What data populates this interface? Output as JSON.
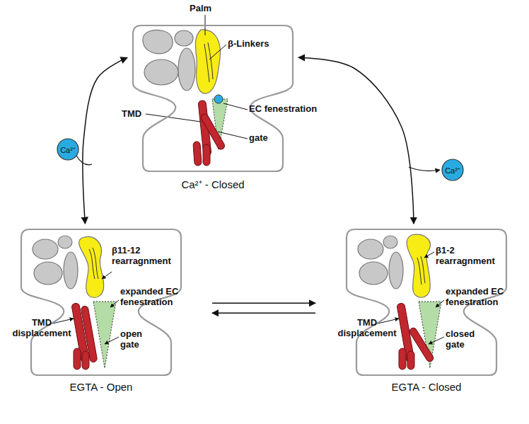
{
  "diagram": {
    "nodes": [
      {
        "text": [
          "Ca²⁺ - Closed"
        ]
      },
      {
        "text": [
          "Ca²⁺"
        ]
      },
      {
        "text": [
          "Ca²⁺"
        ]
      },
      {
        "text": [
          "EGTA - Open"
        ]
      },
      {
        "text": [
          "EGTA - Closed"
        ]
      }
    ],
    "edges": [
      {
        "from": 0,
        "to": 3,
        "arrow": "both"
      },
      {
        "from": 0,
        "to": 4,
        "arrow": "both"
      },
      {
        "from": 3,
        "to": 4,
        "arrow": "both"
      }
    ],
    "labels": [
      "Palm",
      "β-Linkers",
      "TMD",
      "EC fenestration",
      "gate",
      "β11-12 rearragnment",
      "TMD displacement",
      "expanded EC fenestration",
      "open gate",
      "β1-2 rearragnment",
      "TMD displacement",
      "expanded EC fenestration",
      "closed gate"
    ]
  }
}
